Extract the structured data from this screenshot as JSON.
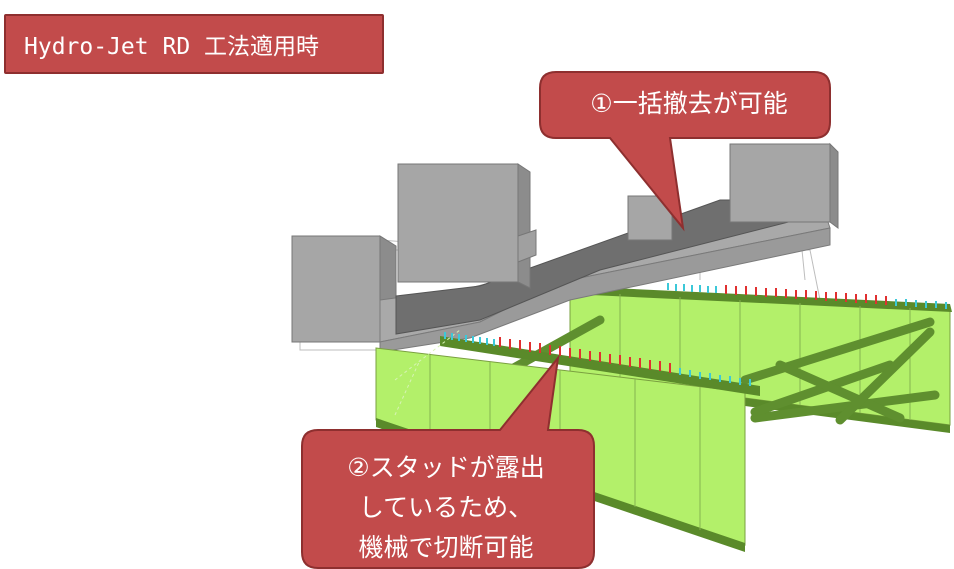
{
  "title": "Hydro-Jet RD 工法適用時",
  "callout1": {
    "text": "①一括撤去が可能"
  },
  "callout2": {
    "text": "②スタッドが露出\nしているため、\n機械で切断可能"
  },
  "colors": {
    "callout_fill": "#c24b4b",
    "callout_border": "#8e2f2f",
    "steel_girder": "#b3f06a",
    "concrete": "#a6a6a6",
    "deck_slab": "#6f6f6f",
    "studs_red": "#e03030",
    "studs_cyan": "#3cc8d8"
  }
}
